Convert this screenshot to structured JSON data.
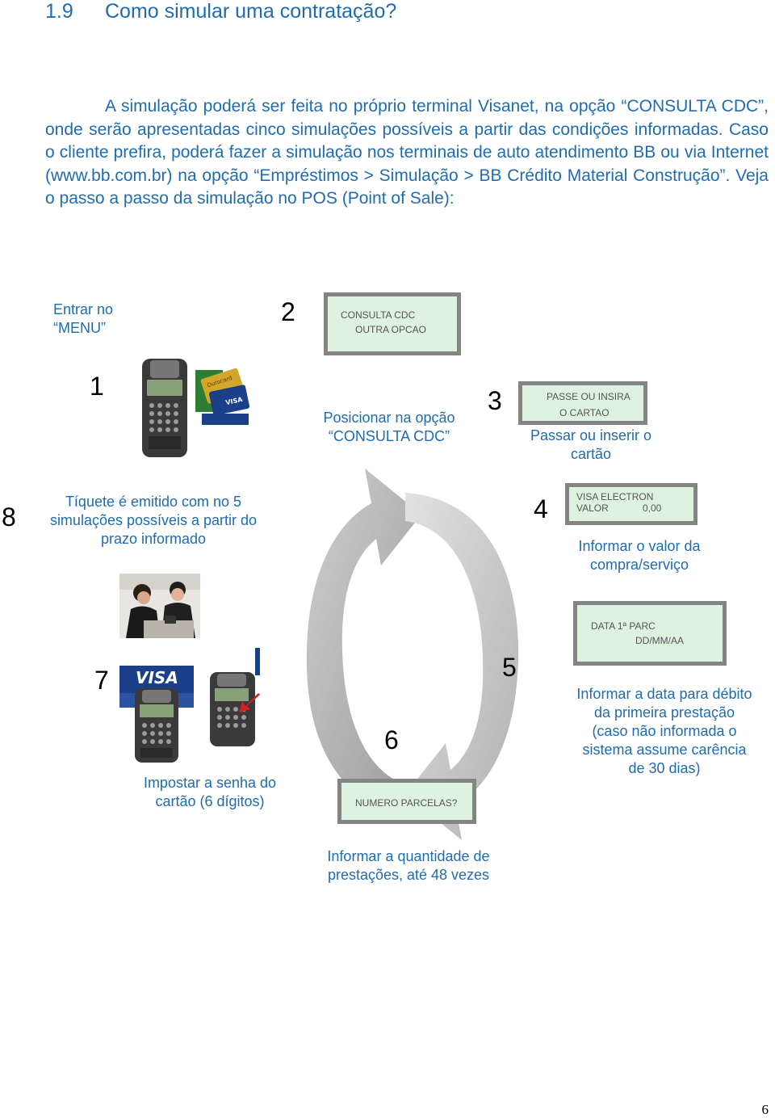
{
  "heading": {
    "number": "1.9",
    "title": "Como simular uma contratação?"
  },
  "intro": "A simulação poderá ser feita no próprio terminal Visanet, na opção “CONSULTA CDC”, onde serão apresentadas cinco simulações possíveis a partir das condições informadas. Caso o cliente prefira, poderá fazer a simulação nos terminais de auto atendimento BB ou via Internet (www.bb.com.br) na opção “Empréstimos > Simulação > BB Crédito Material Construção”. Veja o passo a passo da simulação no POS (Point of Sale):",
  "steps": {
    "s1": {
      "num": "1",
      "label": "Entrar no “MENU”"
    },
    "s2": {
      "num": "2",
      "lcd_line1": "CONSULTA CDC",
      "lcd_line2": "OUTRA OPCAO",
      "label": "Posicionar na opção “CONSULTA CDC”"
    },
    "s3": {
      "num": "3",
      "lcd_line1": "PASSE OU INSIRA",
      "lcd_line2": "O CARTAO",
      "label": "Passar ou inserir o cartão"
    },
    "s4": {
      "num": "4",
      "lcd_line1": "VISA ELECTRON",
      "lcd_line2_left": "VALOR",
      "lcd_line2_right": "0,00",
      "label": "Informar o valor da compra/serviço"
    },
    "s5": {
      "num": "5",
      "lcd_line1": "DATA 1ª PARC",
      "lcd_line2": "DD/MM/AA",
      "label": "Informar a data para débito da primeira prestação (caso não informada o sistema assume carência de 30 dias)"
    },
    "s6": {
      "num": "6",
      "lcd_line1": "NUMERO PARCELAS?",
      "label": "Informar a quantidade de prestações, até 48 vezes"
    },
    "s7": {
      "num": "7",
      "label": "Impostar a senha do cartão (6 dígitos)"
    },
    "s8": {
      "num": "8",
      "label": "Tíquete é emitido com no 5 simulações possíveis a partir do prazo informado"
    }
  },
  "images": {
    "card_brand": "VISA",
    "card_brand2": "Ourocard"
  },
  "page_number": "6"
}
